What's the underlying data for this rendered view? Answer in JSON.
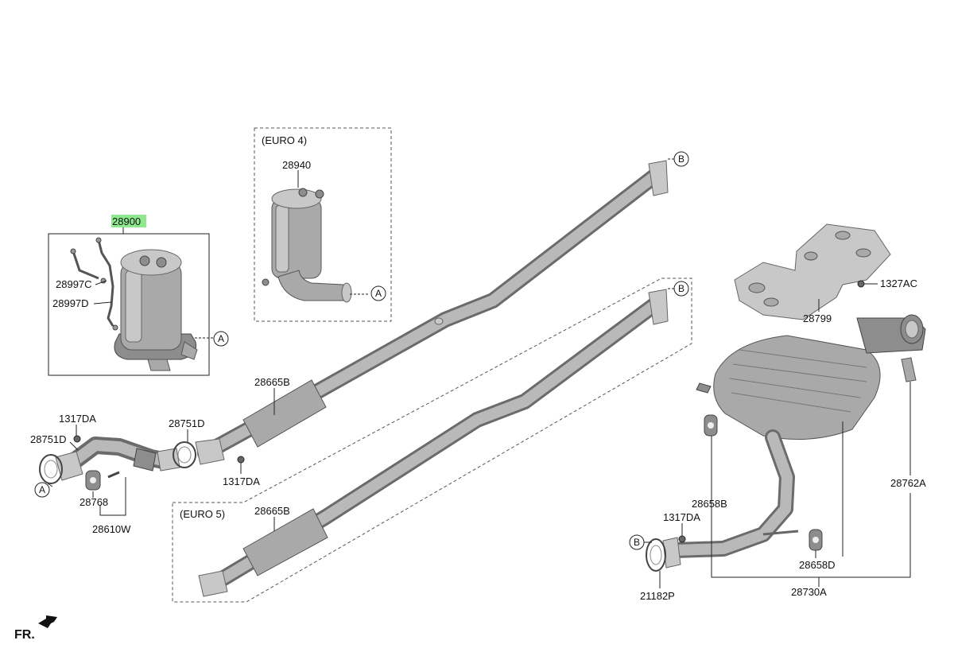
{
  "labels": {
    "p28900": "28900",
    "p28997C": "28997C",
    "p28997D": "28997D",
    "p28940": "28940",
    "euro4": "(EURO 4)",
    "euro5": "(EURO 5)",
    "p28665B_top": "28665B",
    "p28665B_bottom": "28665B",
    "p1317DA_left": "1317DA",
    "p28751D_left": "28751D",
    "p28751D_mid": "28751D",
    "p1317DA_mid": "1317DA",
    "p28768": "28768",
    "p28610W": "28610W",
    "p1327AC": "1327AC",
    "p28799": "28799",
    "p28762A": "28762A",
    "p28658B": "28658B",
    "p1317DA_right": "1317DA",
    "p28658D": "28658D",
    "p21182P": "21182P",
    "p28730A": "28730A"
  },
  "refs": {
    "a": "A",
    "b": "B"
  },
  "orientation": {
    "label": "FR."
  },
  "colors": {
    "highlight": "#8ee88e",
    "metal": "#a9a9a9",
    "line": "#222222"
  }
}
